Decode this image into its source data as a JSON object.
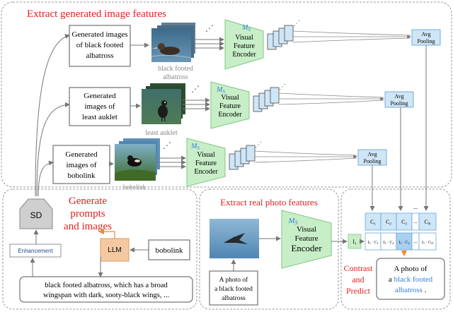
{
  "sections": {
    "top": {
      "title": "Extract generated image features"
    },
    "gen": {
      "title_line1": "Generate",
      "title_line2": "prompts",
      "title_line3": "and images"
    },
    "real": {
      "title": "Extract real photo features"
    },
    "contrast": {
      "label_line1": "Contrast",
      "label_line2": "and",
      "label_line3": "Predict"
    }
  },
  "rows": [
    {
      "text": [
        "Generated images",
        "of black footed",
        "albatross"
      ],
      "caption": [
        "black footed",
        "albatross"
      ]
    },
    {
      "text": [
        "Generated",
        "images of",
        "least auklet"
      ],
      "caption": [
        "least auklet"
      ]
    },
    {
      "text": [
        "Generated",
        "images of",
        "bobolink"
      ],
      "caption": [
        "bobolink"
      ]
    }
  ],
  "encoder": {
    "symbol": "M",
    "sub": "S",
    "line1": "Visual",
    "line2": "Feature",
    "line3": "Encoder"
  },
  "pool": {
    "line1": "Avg",
    "line2": "Pooling"
  },
  "sd": {
    "label": "SD"
  },
  "enhancement": {
    "label": "Enhancement"
  },
  "llm": {
    "label": "LLM"
  },
  "bobolink_input": {
    "label": "bobolink"
  },
  "prompt_text": {
    "line1": "black footed albatross, which has a broad",
    "line2": "wingspan with dark, sooty-black wings, ..."
  },
  "photo_caption": {
    "line1": "A photo of",
    "line2": "a black footed",
    "line3": "albatross"
  },
  "matrix": {
    "i1": "I",
    "i1_sub": "1",
    "c_headers": [
      {
        "t": "C",
        "s": "1"
      },
      {
        "t": "C",
        "s": "2"
      },
      {
        "t": "C",
        "s": "3"
      },
      {
        "t": "C",
        "s": "N"
      }
    ],
    "products": [
      {
        "a": "I",
        "as": "1",
        "b": "C",
        "bs": "1"
      },
      {
        "a": "I",
        "as": "1",
        "b": "C",
        "bs": "2"
      },
      {
        "a": "I",
        "as": "1",
        "b": "C",
        "bs": "3"
      },
      {
        "a": "I",
        "as": "1",
        "b": "C",
        "bs": "N"
      }
    ],
    "ellipsis": "..."
  },
  "result": {
    "line1": "A photo of",
    "line2_plain": "a ",
    "line2_blue": "black footed",
    "line3_blue": "albatross",
    "line3_plain": " ."
  },
  "colors": {
    "title_red": "#e02020",
    "encoder_green": "#c8eec8",
    "encoder_stroke": "#7dc87d",
    "feature_blue": "#cfe6f7",
    "highlight": "#a8d0f0",
    "llm_orange": "#f4c9a2",
    "arrow_orange": "#f08a30",
    "link_blue": "#2e7fd8"
  }
}
